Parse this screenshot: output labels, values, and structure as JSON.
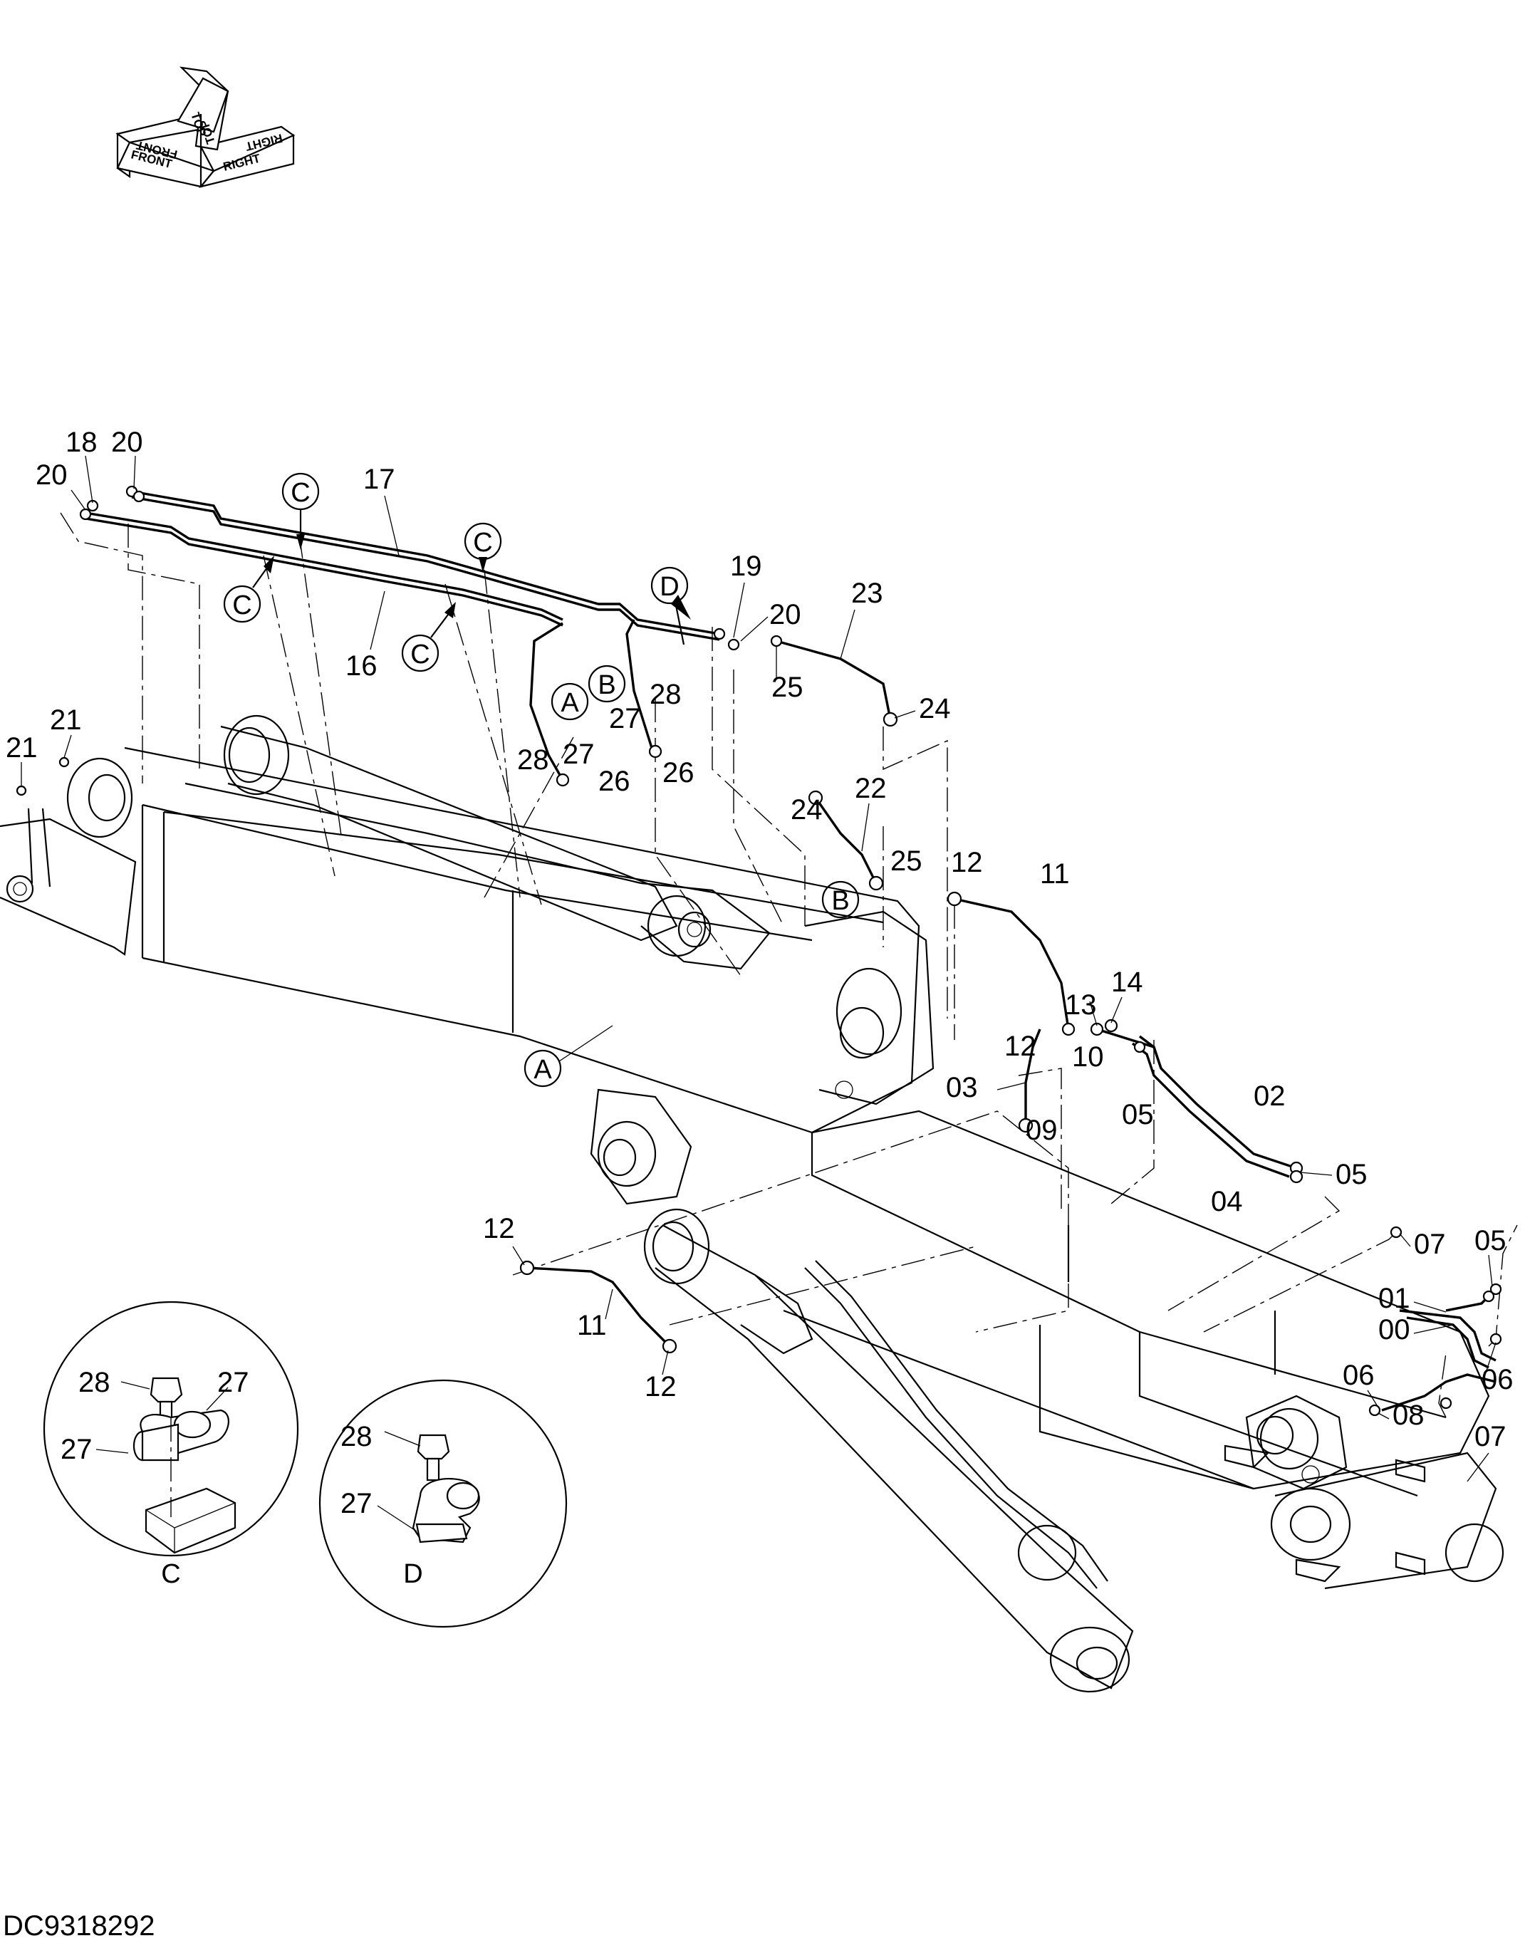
{
  "document_id": "DC9318292",
  "compass": {
    "front": "FRONT",
    "top": "TOP",
    "right": "RIGHT"
  },
  "reference_views": {
    "c": "C",
    "d": "D",
    "a": "A",
    "b": "B"
  },
  "part_numbers": {
    "p00": "00",
    "p01": "01",
    "p02": "02",
    "p03": "03",
    "p04": "04",
    "p05": "05",
    "p06": "06",
    "p07": "07",
    "p08": "08",
    "p09": "09",
    "p10": "10",
    "p11": "11",
    "p12": "12",
    "p13": "13",
    "p14": "14",
    "p16": "16",
    "p17": "17",
    "p18": "18",
    "p19": "19",
    "p20": "20",
    "p21": "21",
    "p22": "22",
    "p23": "23",
    "p24": "24",
    "p25": "25",
    "p26": "26",
    "p27": "27",
    "p28": "28"
  }
}
